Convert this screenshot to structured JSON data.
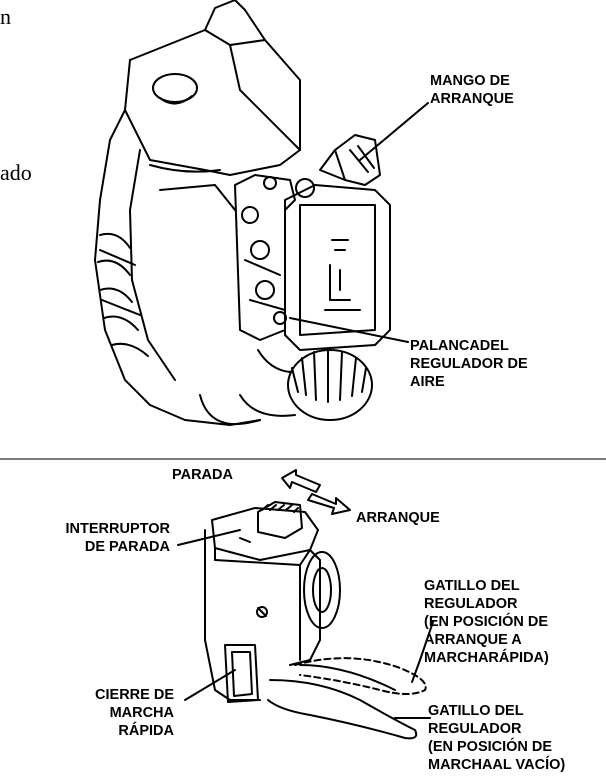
{
  "fragments": {
    "top": "n",
    "mid": "ado"
  },
  "labels": {
    "mango": [
      "MANGO DE",
      "ARRANQUE"
    ],
    "palanca": [
      "PALANCADEL",
      "REGULADOR DE",
      "AIRE"
    ],
    "parada": "PARADA",
    "arranque": "ARRANQUE",
    "interruptor": [
      "INTERRUPTOR",
      "DE PARADA"
    ],
    "gatillo_arranque": [
      "GATILLO DEL",
      "REGULADOR",
      "(EN POSICIÓN DE",
      "ARRANQUE A",
      "MARCHARÁPIDA)"
    ],
    "cierre": [
      "CIERRE DE",
      "MARCHA",
      "RÁPIDA"
    ],
    "gatillo_vacio": [
      "GATILLO DEL",
      "REGULADOR",
      "(EN POSICIÓN DE",
      "MARCHAAL VACÍO)"
    ]
  },
  "colors": {
    "ink": "#000000",
    "divider": "#7a7a7a",
    "paper": "#ffffff"
  }
}
